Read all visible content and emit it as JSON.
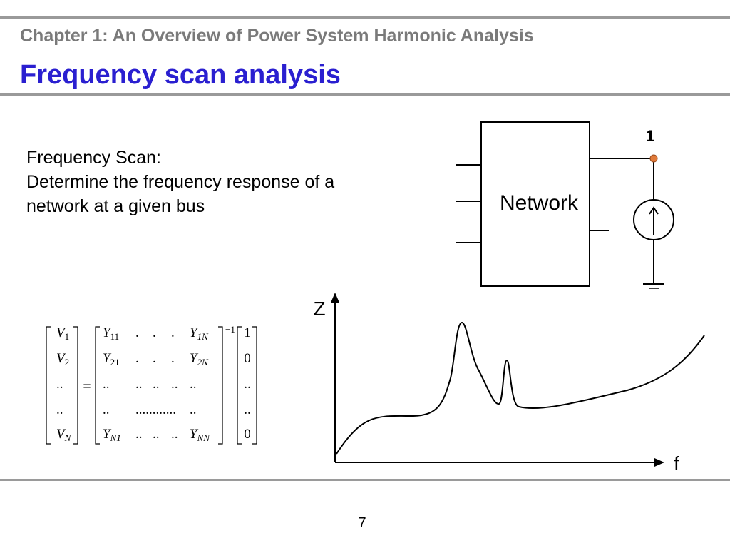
{
  "header": {
    "chapter": "Chapter 1: An Overview of Power System Harmonic Analysis",
    "title": "Frequency scan analysis"
  },
  "body": {
    "line1": "Frequency Scan:",
    "line2": "Determine the frequency response of a",
    "line3": "network at a given bus"
  },
  "network_diagram": {
    "box_label": "Network",
    "bus_label": "1",
    "bus_color": "#e07a3a"
  },
  "equation": {
    "lhs": [
      [
        "V",
        "1"
      ],
      [
        "V",
        "2"
      ],
      [
        "..",
        ""
      ],
      [
        "..",
        ""
      ],
      [
        "V",
        "N"
      ]
    ],
    "equals": "=",
    "matrix_rows": [
      [
        "Y11",
        ".",
        ".",
        ".",
        "Y1N"
      ],
      [
        "Y21",
        ".",
        ".",
        ".",
        "Y2N"
      ],
      [
        "..",
        "..",
        "..",
        "..",
        ".."
      ],
      [
        "..",
        "............",
        "",
        "",
        ".."
      ],
      [
        "YN1",
        "..",
        "..",
        "..",
        "YNN"
      ]
    ],
    "exponent": "−1",
    "rhs": [
      "1",
      "0",
      "..",
      "..",
      "0"
    ]
  },
  "plot": {
    "y_axis_label": "Z",
    "x_axis_label": "f"
  },
  "page_number": "7"
}
